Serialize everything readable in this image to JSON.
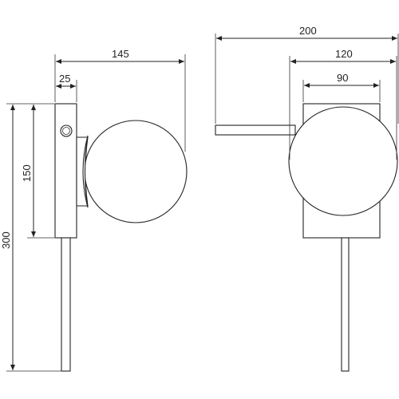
{
  "dimensions": {
    "side_overall_width": "145",
    "side_depth": "25",
    "side_body_height": "150",
    "side_total_height": "300",
    "front_arm_length": "200",
    "front_globe_outer": "120",
    "front_globe_inner": "90"
  },
  "colors": {
    "line": "#222222",
    "background": "#ffffff"
  }
}
